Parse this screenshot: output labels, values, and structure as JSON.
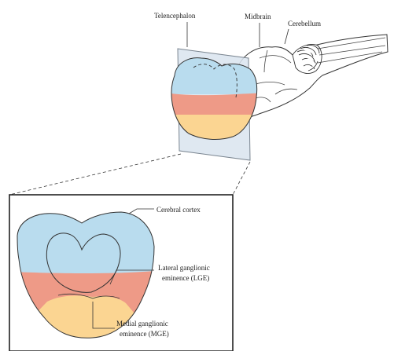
{
  "labels": {
    "telencephalon": "Telencephalon",
    "midbrain": "Midbrain",
    "cerebellum": "Cerebellum",
    "cerebral_cortex": "Cerebral cortex",
    "lge_line1": "Lateral ganglionic",
    "lge_line2": "eminence (LGE)",
    "mge_line1": "Medial ganglionic",
    "mge_line2": "eminence (MGE)"
  },
  "colors": {
    "cortex_blue": "#b9dcee",
    "lge_red": "#ee9a87",
    "mge_yellow": "#fbd592",
    "plane": "#d9e4ef",
    "outline": "#333333"
  }
}
